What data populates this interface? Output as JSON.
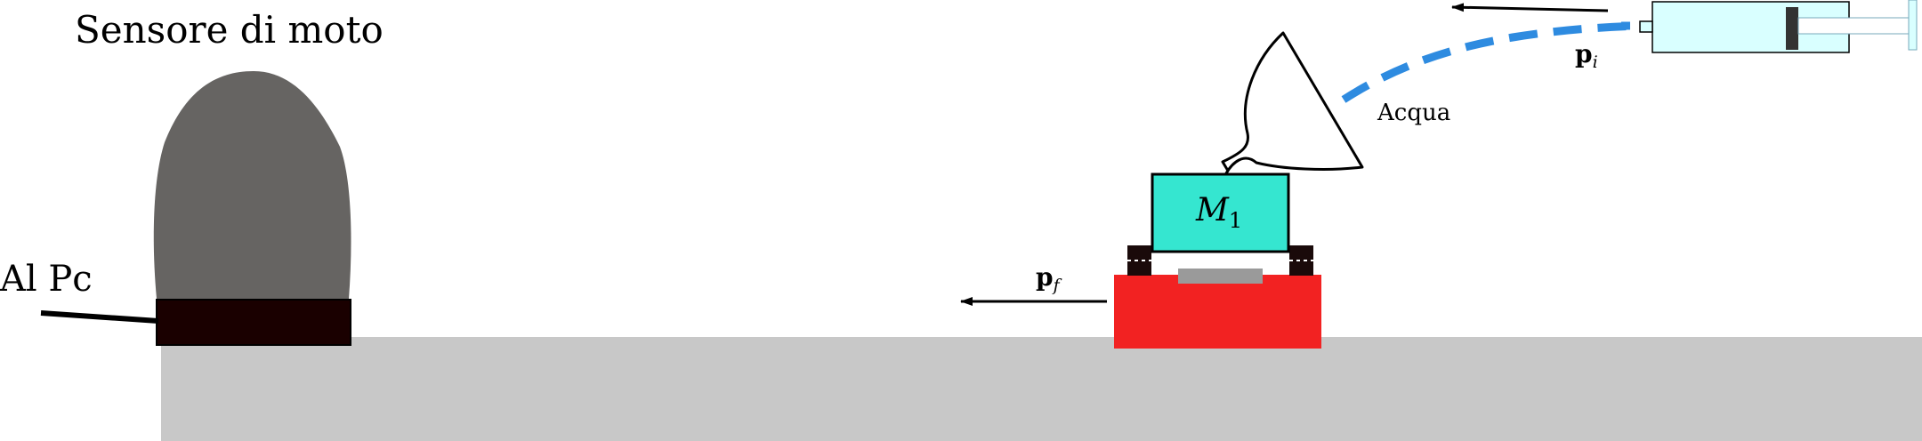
{
  "labels": {
    "sensor_title": "Sensore di moto",
    "pc": "Al Pc",
    "water": "Acqua",
    "mass_main": "M",
    "mass_sub": "1",
    "p_f_main": "p",
    "p_f_sub": "f",
    "p_i_main": "p",
    "p_i_sub": "i"
  },
  "colors": {
    "floor": "#c8c8c8",
    "sensor_body": "#666462",
    "sensor_base": "#1a0000",
    "mass_block": "#35e6d0",
    "cart": "#f22222",
    "cart_plate": "#9a9a9a",
    "wheels": "#1a0a0a",
    "water_stream": "#2e8be0",
    "syringe": "#d9ffff",
    "syringe_plunger": "#333333"
  }
}
